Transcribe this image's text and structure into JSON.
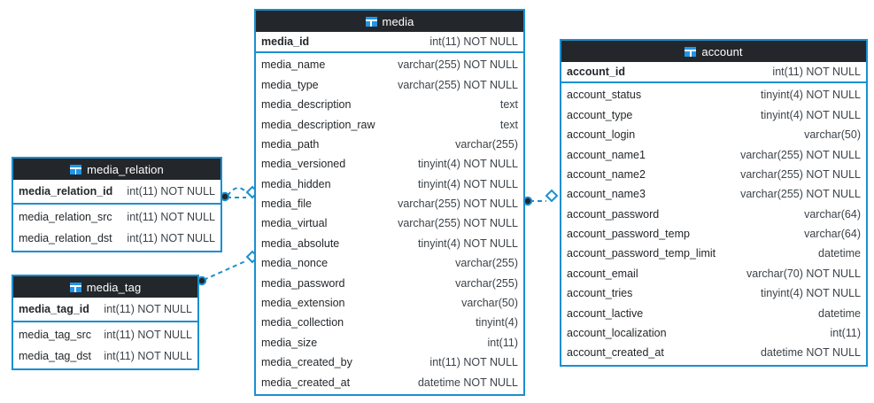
{
  "diagram": {
    "title": "database-er-diagram",
    "background": "#ffffff",
    "accent_color": "#1a8fd1",
    "header_color": "#23272b",
    "icon_color": "#2196e8",
    "icon_name": "table-icon"
  },
  "entities": {
    "media": {
      "name": "media",
      "primary_key": {
        "name": "media_id",
        "type": "int(11) NOT NULL"
      },
      "fields": [
        {
          "name": "media_name",
          "type": "varchar(255) NOT NULL"
        },
        {
          "name": "media_type",
          "type": "varchar(255) NOT NULL"
        },
        {
          "name": "media_description",
          "type": "text"
        },
        {
          "name": "media_description_raw",
          "type": "text"
        },
        {
          "name": "media_path",
          "type": "varchar(255)"
        },
        {
          "name": "media_versioned",
          "type": "tinyint(4) NOT NULL"
        },
        {
          "name": "media_hidden",
          "type": "tinyint(4) NOT NULL"
        },
        {
          "name": "media_file",
          "type": "varchar(255) NOT NULL"
        },
        {
          "name": "media_virtual",
          "type": "varchar(255) NOT NULL"
        },
        {
          "name": "media_absolute",
          "type": "tinyint(4) NOT NULL"
        },
        {
          "name": "media_nonce",
          "type": "varchar(255)"
        },
        {
          "name": "media_password",
          "type": "varchar(255)"
        },
        {
          "name": "media_extension",
          "type": "varchar(50)"
        },
        {
          "name": "media_collection",
          "type": "tinyint(4)"
        },
        {
          "name": "media_size",
          "type": "int(11)"
        },
        {
          "name": "media_created_by",
          "type": "int(11) NOT NULL"
        },
        {
          "name": "media_created_at",
          "type": "datetime NOT NULL"
        }
      ]
    },
    "account": {
      "name": "account",
      "primary_key": {
        "name": "account_id",
        "type": "int(11) NOT NULL"
      },
      "fields": [
        {
          "name": "account_status",
          "type": "tinyint(4) NOT NULL"
        },
        {
          "name": "account_type",
          "type": "tinyint(4) NOT NULL"
        },
        {
          "name": "account_login",
          "type": "varchar(50)"
        },
        {
          "name": "account_name1",
          "type": "varchar(255) NOT NULL"
        },
        {
          "name": "account_name2",
          "type": "varchar(255) NOT NULL"
        },
        {
          "name": "account_name3",
          "type": "varchar(255) NOT NULL"
        },
        {
          "name": "account_password",
          "type": "varchar(64)"
        },
        {
          "name": "account_password_temp",
          "type": "varchar(64)"
        },
        {
          "name": "account_password_temp_limit",
          "type": "datetime"
        },
        {
          "name": "account_email",
          "type": "varchar(70) NOT NULL"
        },
        {
          "name": "account_tries",
          "type": "tinyint(4) NOT NULL"
        },
        {
          "name": "account_lactive",
          "type": "datetime"
        },
        {
          "name": "account_localization",
          "type": "int(11)"
        },
        {
          "name": "account_created_at",
          "type": "datetime NOT NULL"
        }
      ]
    },
    "media_relation": {
      "name": "media_relation",
      "primary_key": {
        "name": "media_relation_id",
        "type": "int(11) NOT NULL"
      },
      "fields": [
        {
          "name": "media_relation_src",
          "type": "int(11) NOT NULL"
        },
        {
          "name": "media_relation_dst",
          "type": "int(11) NOT NULL"
        }
      ]
    },
    "media_tag": {
      "name": "media_tag",
      "primary_key": {
        "name": "media_tag_id",
        "type": "int(11) NOT NULL"
      },
      "fields": [
        {
          "name": "media_tag_src",
          "type": "int(11) NOT NULL"
        },
        {
          "name": "media_tag_dst",
          "type": "int(11) NOT NULL"
        }
      ]
    }
  },
  "relationships": [
    {
      "name": "media-relation-to-media-straight",
      "from": "media_relation",
      "to": "media",
      "style": "dashed"
    },
    {
      "name": "media-relation-to-media-curved",
      "from": "media_relation",
      "to": "media",
      "style": "dashed"
    },
    {
      "name": "media-tag-to-media",
      "from": "media_tag",
      "to": "media",
      "style": "dashed"
    },
    {
      "name": "media-to-account",
      "from": "media",
      "to": "account",
      "style": "dashed"
    }
  ]
}
